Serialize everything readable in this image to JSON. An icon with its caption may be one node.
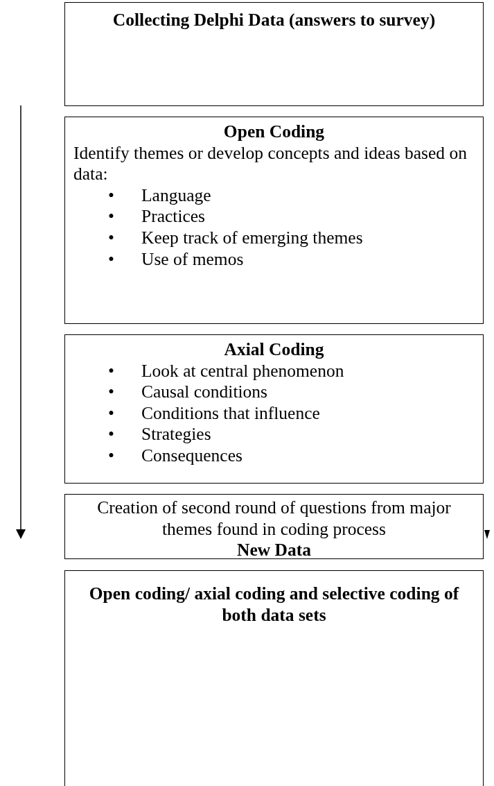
{
  "diagram": {
    "nodes": [
      {
        "text": [
          "Collecting Delphi Data (answers to survey)"
        ]
      },
      {
        "text": [
          "Open Coding",
          "Identify themes or develop concepts and ideas based on data:",
          "•\tLanguage",
          "•\tPractices",
          "•\tKeep track of emerging themes",
          "•\tUse of memos"
        ]
      },
      {
        "text": [
          "Axial Coding",
          "•\tLook at central phenomenon",
          "•\tCausal conditions",
          "•\tConditions that influence",
          "•\tStrategies",
          "•\tConsequences"
        ]
      },
      {
        "text": [
          "Creation of second round of questions from major themes found in coding process",
          "New Data"
        ]
      },
      {
        "text": [
          "Open coding/ axial coding and selective coding of both data sets"
        ]
      }
    ]
  }
}
